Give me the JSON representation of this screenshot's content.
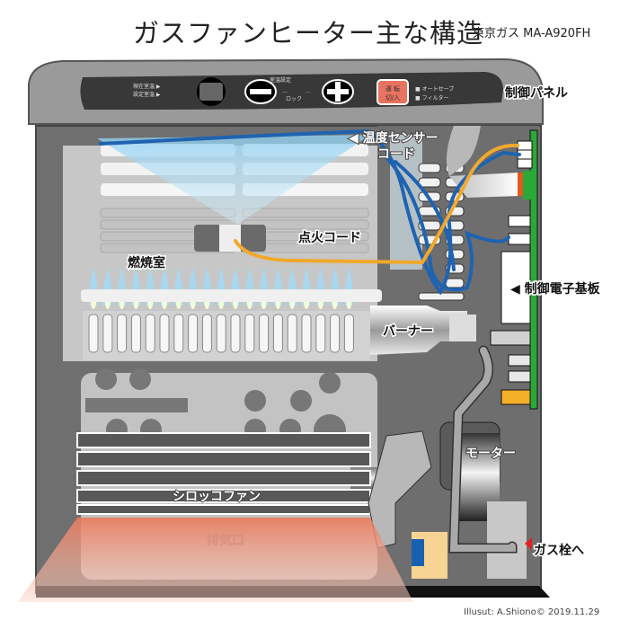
{
  "header": {
    "title": "ガスファンヒーター主な構造",
    "subtitle": "東京ガス MA-A920FH"
  },
  "control_panel": {
    "current_temp_label": "現在室温 ▶",
    "set_temp_label": "設定室温 ▶",
    "room_temp_setting": "室温設定",
    "lock_label": "ロック",
    "dots": "…",
    "minus_symbol": "−",
    "plus_symbol": "+",
    "power_button_line1": "運 転",
    "power_button_line2": "切/入",
    "indicator_autosafe": "■ オートセーブ",
    "indicator_filter": "■ フィルター"
  },
  "labels": {
    "control_panel": "制御パネル",
    "temp_sensor_line1": "◀ 温度センサー",
    "temp_sensor_line2": "コード",
    "ignition_cord": "点火コード",
    "combustion_chamber": "燃焼室",
    "control_board": "◀ 制御電子基板",
    "burner": "バーナー",
    "motor": "モーター",
    "sirocco_fan": "シロッコファン",
    "exhaust": "排気口",
    "gas_valve": "ガス栓へ"
  },
  "footer": {
    "credit": "Illusut: A.Shiono© 2019.11.29"
  },
  "colors": {
    "body_gray": "#7a7a7a",
    "panel_dark": "#3a3a3a",
    "power_button": "#e8735f",
    "sensor_wire": "#1f63b0",
    "ignition_wire": "#f0a92c",
    "pcb_green": "#2aa838",
    "flame_blue": "#a8d8f0",
    "exhaust_red": "#f08a6a",
    "gas_arrow": "#e02020"
  }
}
